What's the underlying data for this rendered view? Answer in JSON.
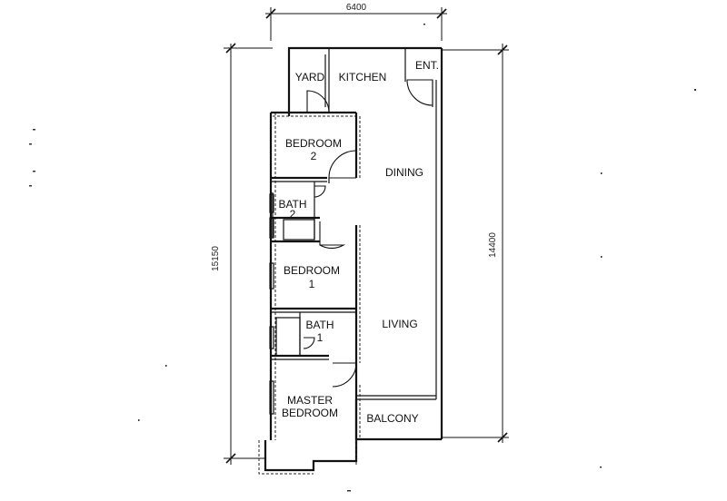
{
  "dimensions": {
    "top_width": "6400",
    "left_length": "15150",
    "right_length": "14400"
  },
  "rooms": {
    "yard": "YARD",
    "kitchen": "KITCHEN",
    "entrance": "ENT.",
    "bedroom2": [
      "BEDROOM",
      "2"
    ],
    "dining": "DINING",
    "bath2": [
      "BATH",
      "2"
    ],
    "bedroom1": [
      "BEDROOM",
      "1"
    ],
    "bath1": [
      "BATH",
      "1"
    ],
    "living": "LIVING",
    "master_bedroom": [
      "MASTER",
      "BEDROOM"
    ],
    "balcony": "BALCONY"
  }
}
